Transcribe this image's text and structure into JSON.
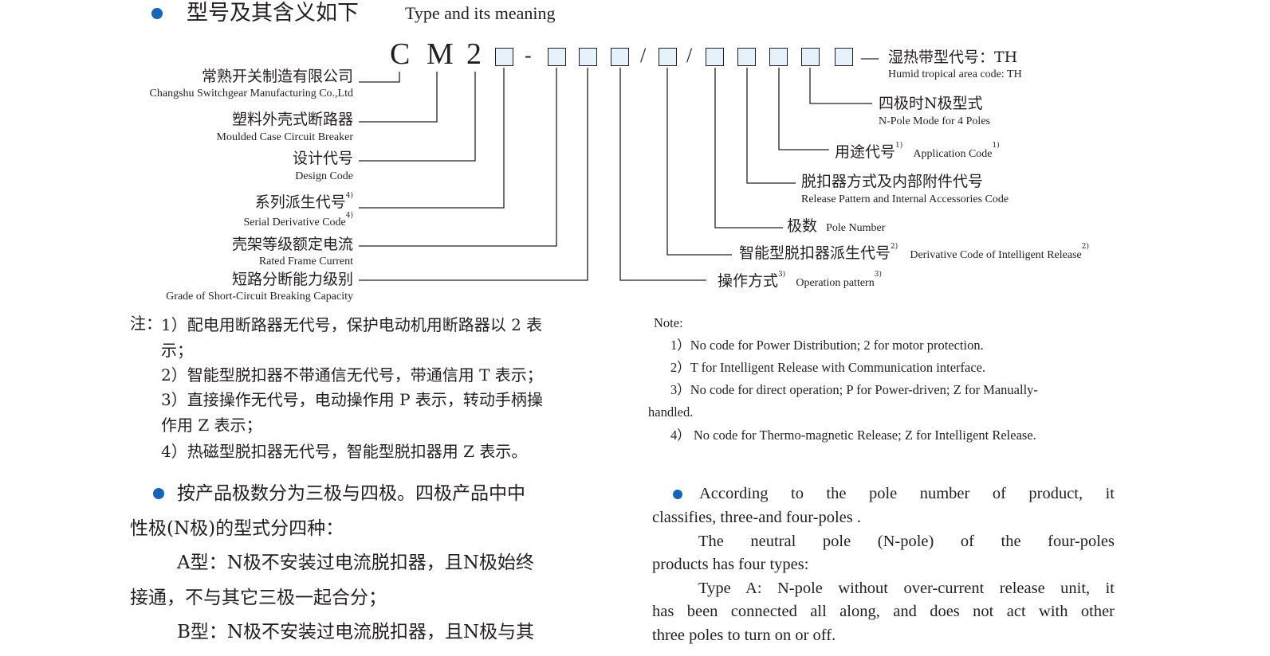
{
  "heading": {
    "zh": "型号及其含义如下",
    "en": "Type and its meaning"
  },
  "code": {
    "letters": [
      "C",
      "M",
      "2"
    ],
    "dash": "-",
    "slash": "/",
    "tail_dash": "—"
  },
  "left_labels": [
    {
      "zh": "常熟开关制造有限公司",
      "en": "Changshu Switchgear Manufacturing Co.,Ltd"
    },
    {
      "zh": "塑料外壳式断路器",
      "en": "Moulded Case Circuit Breaker"
    },
    {
      "zh": "设计代号",
      "en": "Design Code"
    },
    {
      "zh": "系列派生代号",
      "zh_sup": "4)",
      "en": "Serial Derivative Code",
      "en_sup": "4)"
    },
    {
      "zh": "壳架等级额定电流",
      "en": "Rated Frame Current"
    },
    {
      "zh": "短路分断能力级别",
      "en": "Grade of Short-Circuit Breaking Capacity"
    }
  ],
  "right_labels": {
    "th": {
      "zh": "湿热带型代号：TH",
      "en": "Humid tropical area code: TH"
    },
    "npole": {
      "zh": "四极时N极型式",
      "en": "N-Pole Mode for 4 Poles"
    },
    "app": {
      "zh": "用途代号",
      "zh_sup": "1)",
      "en": "Application Code",
      "en_sup": "1)"
    },
    "release": {
      "zh": "脱扣器方式及内部附件代号",
      "en": "Release Pattern and Internal Accessories Code"
    },
    "pole": {
      "zh": "极数",
      "en": "Pole Number"
    },
    "intel": {
      "zh": "智能型脱扣器派生代号",
      "zh_sup": "2)",
      "en": "Derivative Code of Intelligent Release",
      "en_sup": "2)"
    },
    "oper": {
      "zh": "操作方式",
      "zh_sup": "3)",
      "en": "Operation pattern",
      "en_sup": "3)"
    }
  },
  "notes_zh": {
    "prefix": "注：",
    "lines": [
      "1）配电用断路器无代号，保护电动机用断路器以 2 表",
      "示；",
      "2）智能型脱扣器不带通信无代号，带通信用 T 表示；",
      "3）直接操作无代号，电动操作用 P 表示，转动手柄操",
      "作用 Z 表示；",
      "4）热磁型脱扣器无代号，智能型脱扣器用 Z 表示。"
    ]
  },
  "notes_en": {
    "title": "Note:",
    "lines": [
      "1）No code for Power Distribution; 2 for motor protection.",
      "2）T for Intelligent Release with Communication interface.",
      "3）No code for direct operation; P for Power-driven; Z for Manually-",
      "handled.",
      "4） No code for Thermo-magnetic Release; Z for Intelligent Release."
    ]
  },
  "body_zh": [
    "按产品极数分为三极与四极。四极产品中中",
    "性极(N极)的型式分四种：",
    "A型：N极不安装过电流脱扣器，且N极始终",
    "接通，不与其它三极一起合分；",
    "B型：N极不安装过电流脱扣器，且N极与其"
  ],
  "body_en": [
    "According to the pole number of product, it",
    "classifies, three-and four-poles .",
    "The neutral pole (N-pole) of the four-poles",
    "products has four types:",
    "Type A: N-pole without over-current release unit, it",
    "has been connected all along, and does not act with other",
    "three poles to turn on or off."
  ],
  "colors": {
    "accent": "#1565b8",
    "box_fill": "#e6f2fb",
    "text": "#231f20"
  }
}
